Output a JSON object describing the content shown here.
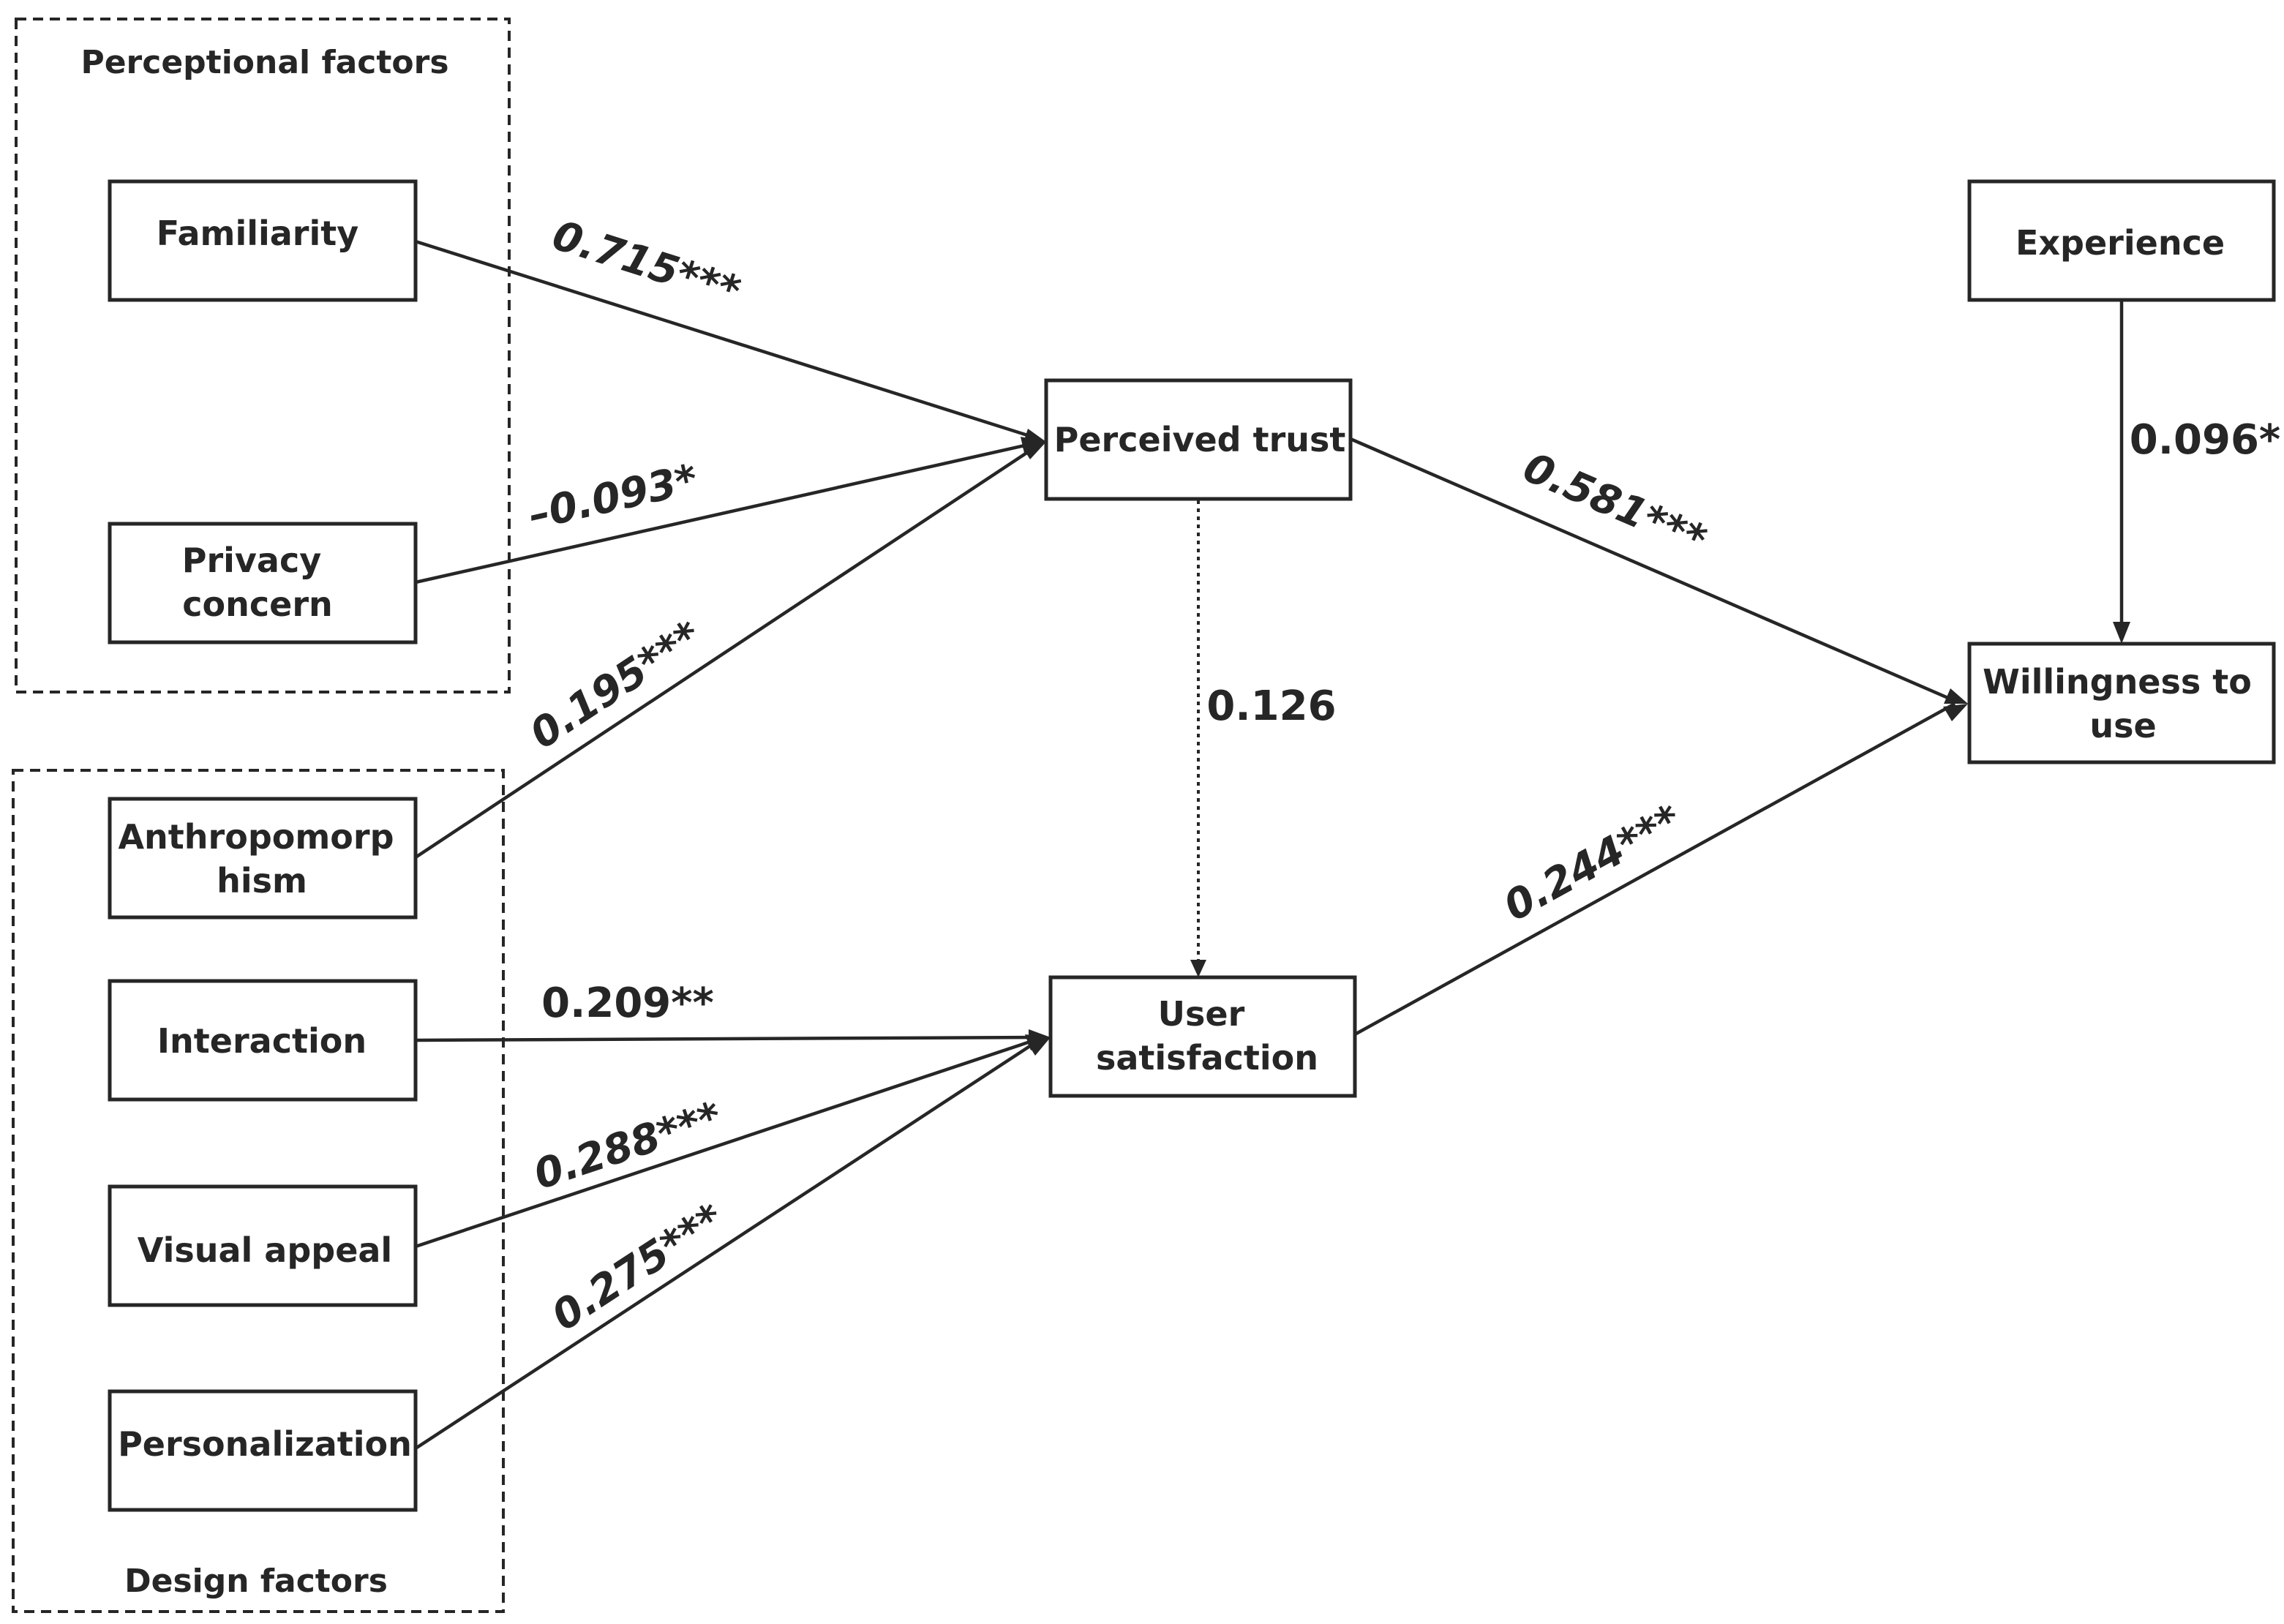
{
  "groups": {
    "perceptional": "Perceptional factors",
    "design": "Design factors"
  },
  "nodes": {
    "familiarity": [
      "Familiarity"
    ],
    "privacy_concern": [
      "Privacy",
      "concern"
    ],
    "anthropomorphism": [
      "Anthropomorp",
      "hism"
    ],
    "interaction": [
      "Interaction"
    ],
    "visual_appeal": [
      "Visual appeal"
    ],
    "personalization": [
      "Personalization"
    ],
    "perceived_trust": [
      "Perceived trust"
    ],
    "user_satisfaction": [
      "User",
      "satisfaction"
    ],
    "experience": [
      "Experience"
    ],
    "willingness": [
      "Willingness to",
      "use"
    ]
  },
  "edges": {
    "familiarity_trust": "0.715***",
    "privacy_trust": "–0.093*",
    "anthropomorphism_trust": "0.195***",
    "interaction_satisfaction": "0.209**",
    "visual_satisfaction": "0.288***",
    "personalization_satisfaction": "0.275***",
    "trust_willingness": "0.581***",
    "satisfaction_willingness": "0.244***",
    "trust_satisfaction": "0.126",
    "experience_willingness": "0.096*"
  }
}
